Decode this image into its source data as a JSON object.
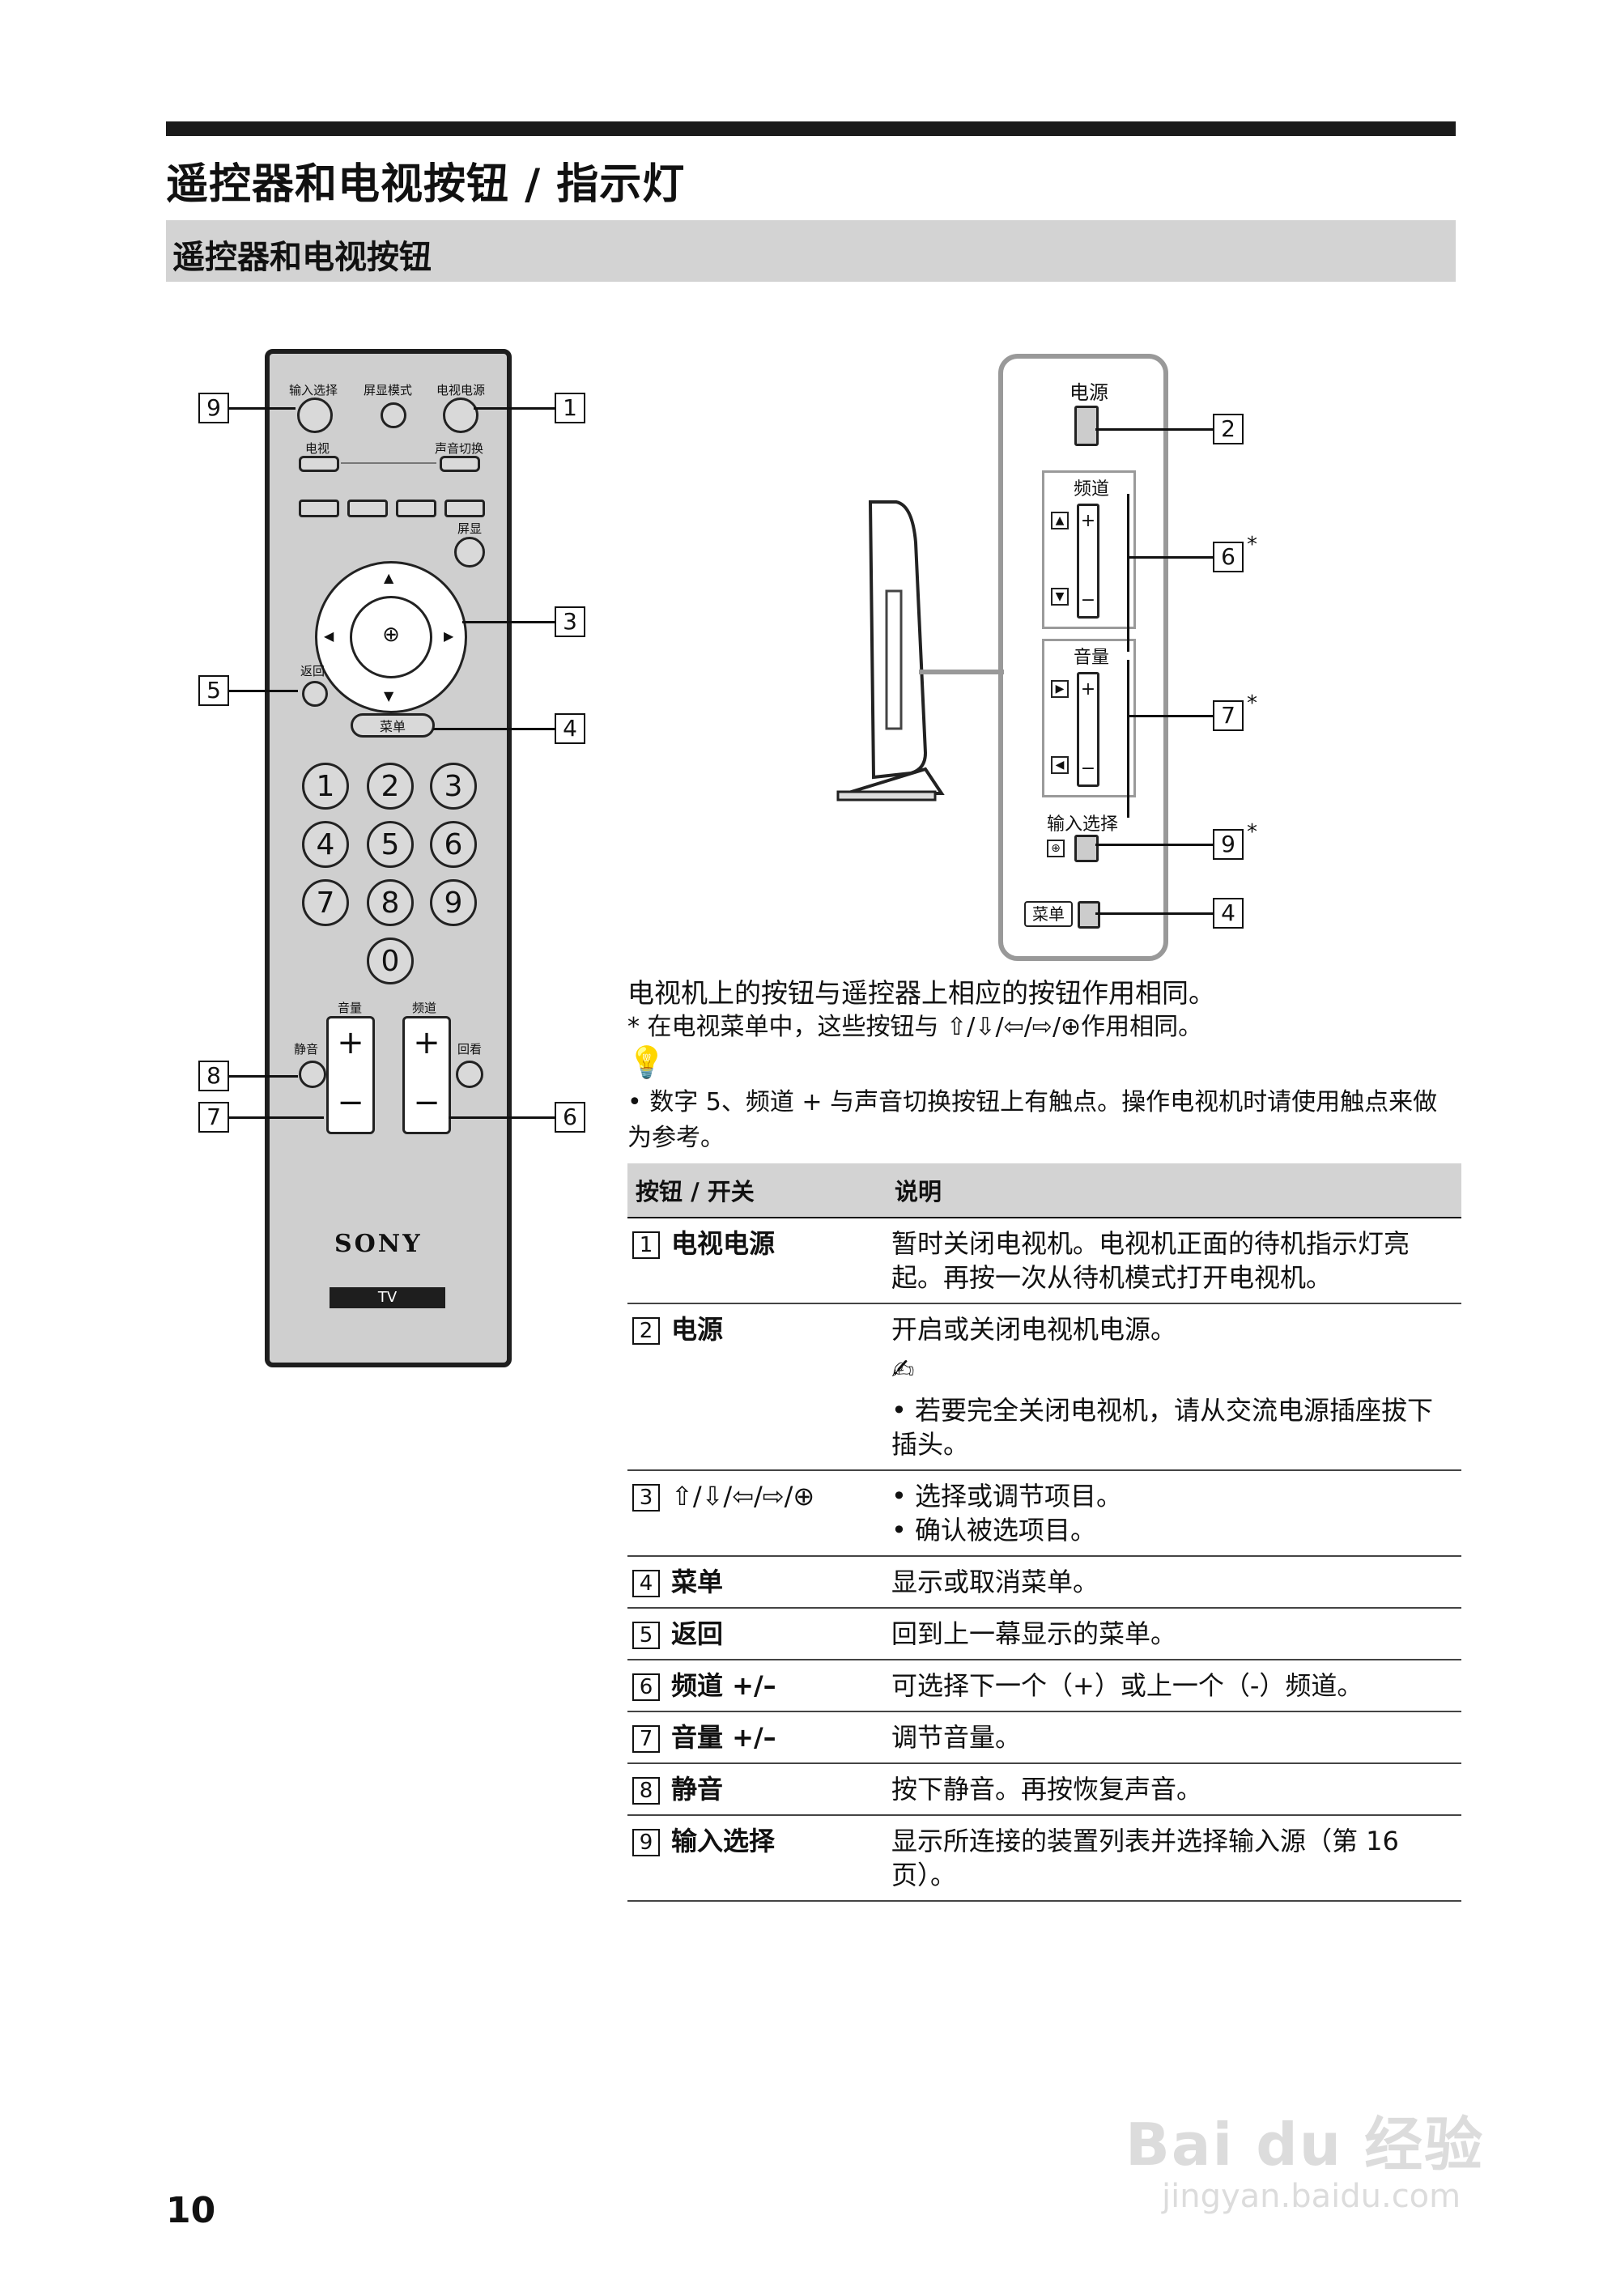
{
  "page": {
    "title": "遥控器和电视按钮 / 指示灯",
    "subtitle": "遥控器和电视按钮",
    "page_number": "10"
  },
  "remote": {
    "label_input": "输入选择",
    "label_screen_mode": "屏显模式",
    "label_tv_power": "电视电源",
    "label_tv": "电视",
    "label_sound": "声音切换",
    "label_osd": "屏显",
    "label_return": "返回",
    "label_menu": "菜单",
    "label_volume": "音量",
    "label_channel": "频道",
    "label_mute": "静音",
    "label_jump": "回看",
    "numbers": [
      "1",
      "2",
      "3",
      "4",
      "5",
      "6",
      "7",
      "8",
      "9",
      "0"
    ],
    "plus": "+",
    "minus": "−",
    "brand": "SONY",
    "tv_tag": "TV"
  },
  "callouts": {
    "c1": "1",
    "c2": "2",
    "c3": "3",
    "c4": "4",
    "c5": "5",
    "c6": "6",
    "c7": "7",
    "c8": "8",
    "c9": "9",
    "p2": "2",
    "p6": "6",
    "p7": "7",
    "p9": "9",
    "p4": "4",
    "star": "*"
  },
  "panel": {
    "power": "电源",
    "channel": "频道",
    "volume": "音量",
    "input": "输入选择",
    "menu": "菜单",
    "plus": "+",
    "minus": "−"
  },
  "notes": {
    "intro": "电视机上的按钮与遥控器上相应的按钮作用相同。",
    "intro2": "* 在电视菜单中，这些按钮与 ⇧/⇩/⇦/⇨/⊕作用相同。",
    "tip": "• 数字 5、频道 + 与声音切换按钮上有触点。操作电视机时请使用触点来做为参考。"
  },
  "table": {
    "headers": [
      "按钮 / 开关",
      "说明"
    ],
    "rows": [
      {
        "num": "1",
        "name": "电视电源",
        "desc": [
          "暂时关闭电视机。电视机正面的待机指示灯亮起。再按一次从待机模式打开电视机。"
        ]
      },
      {
        "num": "2",
        "name": "电源",
        "desc": [
          "开启或关闭电视机电源。",
          "✍",
          "•  若要完全关闭电视机，请从交流电源插座拔下插头。"
        ]
      },
      {
        "num": "3",
        "name": "⇧/⇩/⇦/⇨/⊕",
        "desc": [
          "• 选择或调节项目。",
          "• 确认被选项目。"
        ]
      },
      {
        "num": "4",
        "name": "菜单",
        "desc": [
          "显示或取消菜单。"
        ]
      },
      {
        "num": "5",
        "name": "返回",
        "desc": [
          "回到上一幕显示的菜单。"
        ]
      },
      {
        "num": "6",
        "name": "频道 +/–",
        "desc": [
          "可选择下一个（+）或上一个（-）频道。"
        ]
      },
      {
        "num": "7",
        "name": "音量 +/–",
        "desc": [
          "调节音量。"
        ]
      },
      {
        "num": "8",
        "name": "静音",
        "desc": [
          "按下静音。再按恢复声音。"
        ]
      },
      {
        "num": "9",
        "name": "输入选择",
        "desc": [
          "显示所连接的装置列表并选择输入源（第 16 页）。"
        ]
      }
    ]
  },
  "watermark": {
    "line1": "Bai du 经验",
    "line2": "jingyan.baidu.com"
  }
}
